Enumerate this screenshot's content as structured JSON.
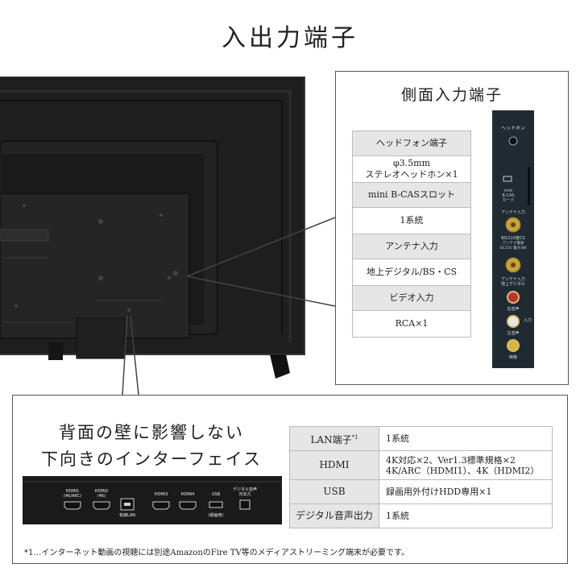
{
  "page_title": "入出力端子",
  "side_panel": {
    "title": "側面入力端子",
    "rows": [
      {
        "label": "ヘッドフォン端子",
        "value_lines": [
          "φ3.5mm",
          "ステレオヘッドホン×1"
        ]
      },
      {
        "label": "mini B-CASスロット",
        "value_lines": [
          "1系統"
        ]
      },
      {
        "label": "アンテナ入力",
        "value_lines": [
          "地上デジタル/BS・CS"
        ]
      },
      {
        "label": "ビデオ入力",
        "value_lines": [
          "RCA×1"
        ]
      }
    ],
    "jack_labels": {
      "headphone": "ヘッドホン",
      "bcas": [
        "mini",
        "B-CAS",
        "カード"
      ],
      "antenna_bs": "アンテナ入力",
      "bs_cs": "BS/110度CS",
      "antenna_power": "アンテナ電源",
      "dc15v": "DC15V 最大4W",
      "antenna_terrestrial": "アンテナ入力",
      "terrestrial": "地上デジタル",
      "audio_right": "右音声",
      "input": "入力",
      "audio_left": "左音声",
      "video": "映像"
    }
  },
  "bottom_panel": {
    "heading_lines": [
      "背面の壁に影響しない",
      "下向きのインターフェイス"
    ],
    "ports": [
      {
        "line1": "HDMI1",
        "line2": "(4K/ARC)"
      },
      {
        "line1": "HDMI2",
        "line2": "(4K)"
      },
      {
        "line1": "",
        "line2": "有線LAN"
      },
      {
        "line1": "HDMI3",
        "line2": ""
      },
      {
        "line1": "HDMI4",
        "line2": ""
      },
      {
        "line1": "USB",
        "line2": "(録画用)"
      },
      {
        "line1": "デジタル音声",
        "line2": "光出力"
      }
    ],
    "specs": [
      {
        "key": "LAN端子",
        "note": "*1",
        "value_lines": [
          "1系統"
        ]
      },
      {
        "key": "HDMI",
        "note": "",
        "value_lines": [
          "4K対応×2、Ver1.3標準規格×2",
          "4K/ARC（HDMI1）、4K（HDMI2）"
        ]
      },
      {
        "key": "USB",
        "note": "",
        "value_lines": [
          "録画用外付けHDD専用×1"
        ]
      },
      {
        "key": "デジタル音声出力",
        "note": "",
        "value_lines": [
          "1系統"
        ]
      }
    ],
    "footnote": "*1…インターネット動画の視聴には別途AmazonのFire TV等のメディアストリーミング端末が必要です。"
  }
}
